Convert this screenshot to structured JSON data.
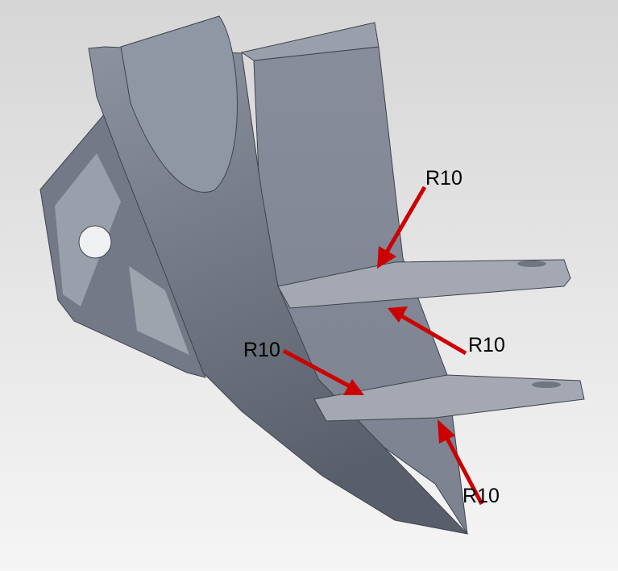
{
  "annotations": [
    {
      "label": "R10"
    },
    {
      "label": "R10"
    },
    {
      "label": "R10"
    },
    {
      "label": "R10"
    }
  ],
  "colors": {
    "arrow": "#cc0000",
    "part_face": "#868c99",
    "part_dark": "#5c626e",
    "part_light": "#a6abb6"
  }
}
